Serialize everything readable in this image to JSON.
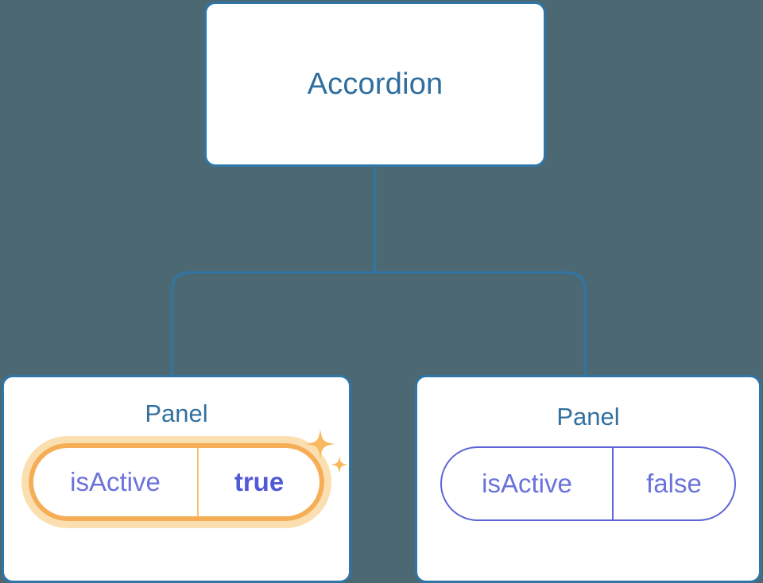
{
  "diagram": {
    "type": "component-tree",
    "background_color": "#4c6872",
    "node_border_color": "#2f76a8",
    "connector_color": "#2f76a8",
    "highlight_color": "#f5ae55",
    "highlight_glow_color": "#fbdfb0",
    "prop_color": "#6b72dc",
    "root": {
      "title": "Accordion"
    },
    "children": [
      {
        "title": "Panel",
        "highlighted": true,
        "prop": {
          "key": "isActive",
          "value": "true"
        },
        "sparkle_icons": [
          "sparkle-large-icon",
          "sparkle-small-icon"
        ]
      },
      {
        "title": "Panel",
        "highlighted": false,
        "prop": {
          "key": "isActive",
          "value": "false"
        }
      }
    ]
  }
}
